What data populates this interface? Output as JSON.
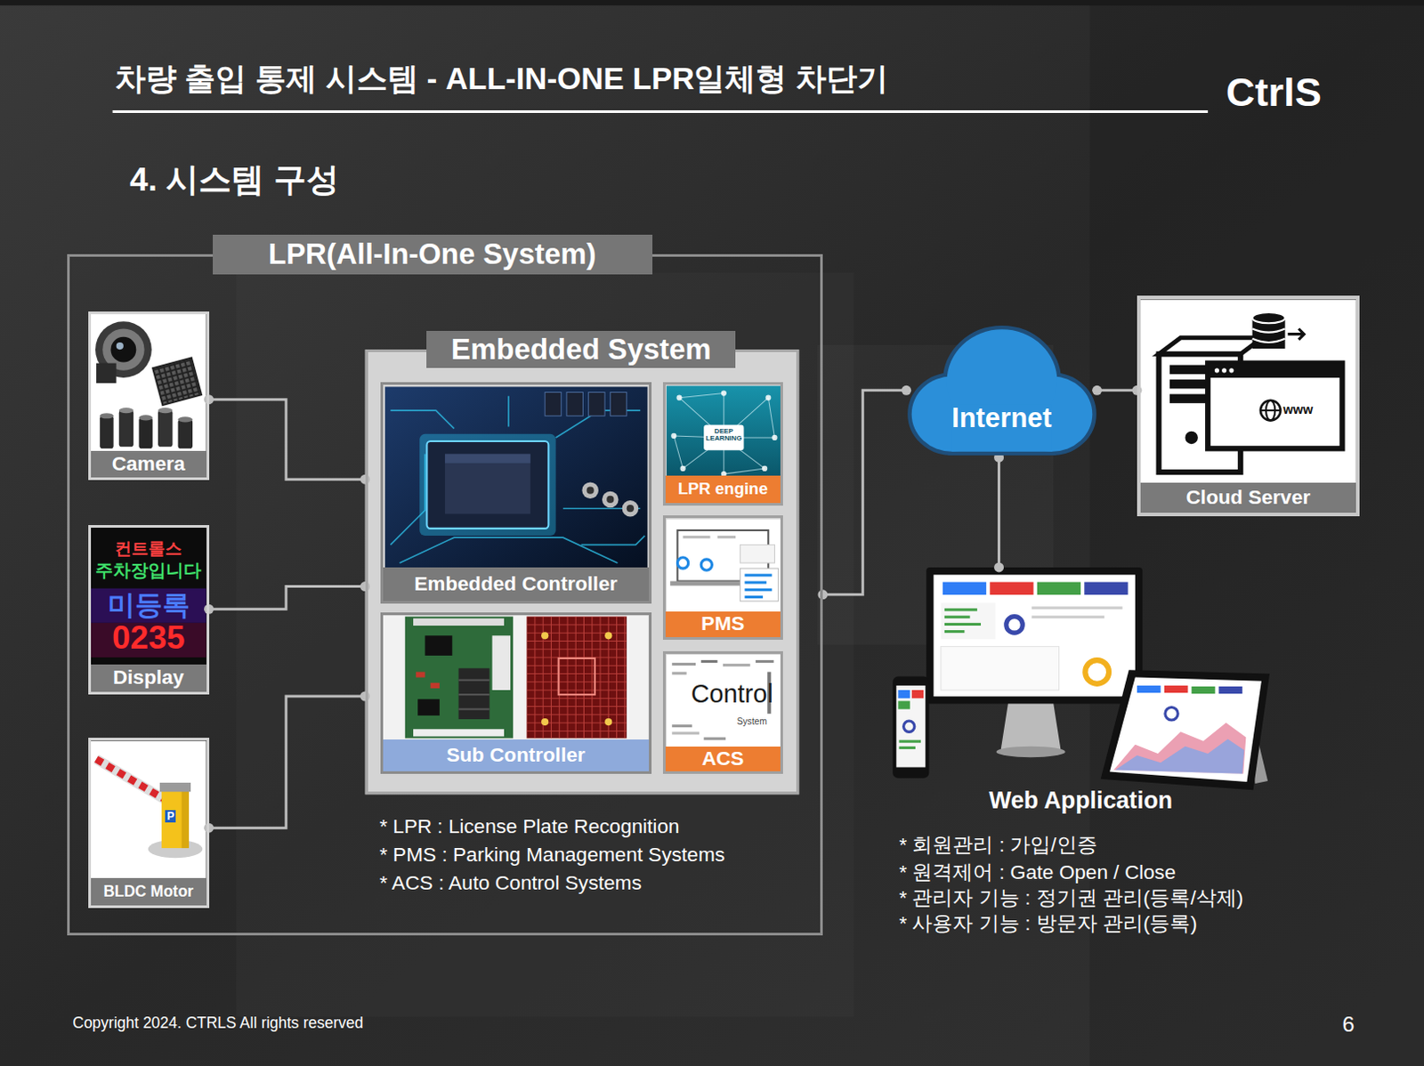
{
  "diagram": {
    "title": "차량 출입 통제 시스템 - ALL-IN-ONE LPR일체형 차단기",
    "nodes": [
      {
        "text": [
          "LPR(All-In-One System)"
        ]
      },
      {
        "text": [
          "Camera"
        ],
        "in": 0
      },
      {
        "text": [
          "Display"
        ],
        "in": 0
      },
      {
        "text": [
          "BLDC Motor"
        ],
        "in": 0
      },
      {
        "text": [
          "Embedded System"
        ],
        "in": 0
      },
      {
        "text": [
          "Embedded Controller"
        ],
        "in": 4
      },
      {
        "text": [
          "LPR engine"
        ],
        "in": 4
      },
      {
        "text": [
          "PMS"
        ],
        "in": 4
      },
      {
        "text": [
          "Sub Controller"
        ],
        "in": 4
      },
      {
        "text": [
          "ACS"
        ],
        "in": 4
      },
      {
        "text": [
          "Internet"
        ]
      },
      {
        "text": [
          "Cloud Server"
        ]
      },
      {
        "text": [
          "Web Application"
        ]
      }
    ],
    "edges": [
      {
        "from": 1,
        "to": 4,
        "arrow": "none"
      },
      {
        "from": 2,
        "to": 4,
        "arrow": "none"
      },
      {
        "from": 3,
        "to": 4,
        "arrow": "none"
      },
      {
        "from": 0,
        "to": 10,
        "arrow": "none"
      },
      {
        "from": 10,
        "to": 11,
        "arrow": "none"
      },
      {
        "from": 10,
        "to": 12,
        "arrow": "none"
      }
    ],
    "labels": [
      "4. 시스템 구성",
      "CtrlS",
      "컨트롤스",
      "주차장입니다",
      "미등록",
      "0235",
      "P",
      "DEEP LEARNING",
      "Control",
      "System",
      "www",
      "* LPR : License Plate Recognition",
      "* PMS : Parking Management Systems",
      "* ACS : Auto Control Systems",
      "* 회원관리 : 가입/인증",
      "* 원격제어 : Gate Open / Close",
      "* 관리자 기능 : 정기권 관리(등록/삭제)",
      "* 사용자 기능 : 방문자 관리(등록)",
      "Copyright 2024. CTRLS All rights reserved",
      "6"
    ]
  }
}
